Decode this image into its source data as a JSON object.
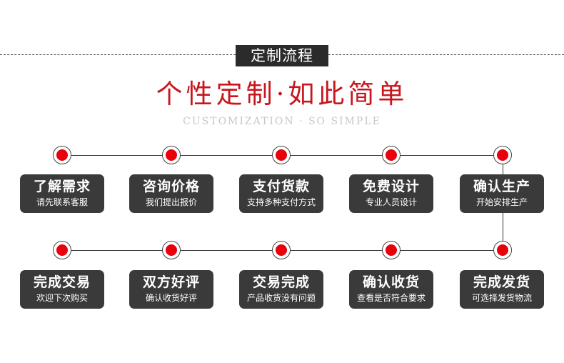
{
  "header": {
    "label": "定制流程"
  },
  "title": "个性定制·如此简单",
  "subtitle": "CUSTOMIZATION · SO SIMPLE",
  "colors": {
    "accent": "#e8000b",
    "card_bg": "#3a3a3a",
    "title_red": "#c8161d"
  },
  "steps_row1": [
    {
      "title": "了解需求",
      "sub": "请先联系客服"
    },
    {
      "title": "咨询价格",
      "sub": "我们提出报价"
    },
    {
      "title": "支付货款",
      "sub": "支持多种支付方式"
    },
    {
      "title": "免费设计",
      "sub": "专业人员设计"
    },
    {
      "title": "确认生产",
      "sub": "开始安排生产"
    }
  ],
  "steps_row2": [
    {
      "title": "完成交易",
      "sub": "欢迎下次购买"
    },
    {
      "title": "双方好评",
      "sub": "确认收货好评"
    },
    {
      "title": "交易完成",
      "sub": "产品收货没有问题"
    },
    {
      "title": "确认收货",
      "sub": "查看是否符合要求"
    },
    {
      "title": "完成发货",
      "sub": "可选择发货物流"
    }
  ]
}
